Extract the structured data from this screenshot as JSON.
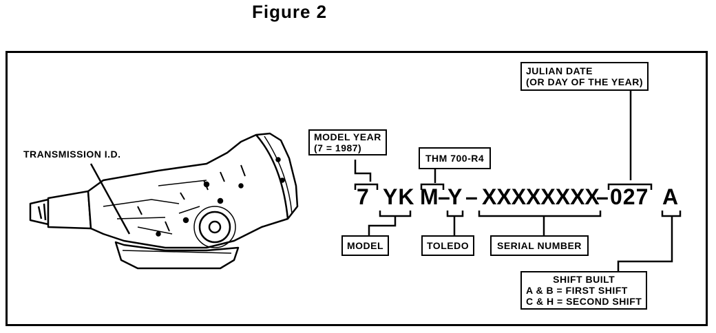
{
  "figure_title": "Figure 2",
  "transmission_label": "TRANSMISSION I.D.",
  "code": {
    "year": "7",
    "model": "YK",
    "m": "M",
    "dash1": "–",
    "y": "Y",
    "dash2": "–",
    "serial": "XXXXXXXX",
    "dash3": "–",
    "julian": "027",
    "shift": "A"
  },
  "boxes": {
    "model_year": {
      "line1": "MODEL YEAR",
      "line2": "(7 = 1987)"
    },
    "thm": "THM 700-R4",
    "julian_date": {
      "line1": "JULIAN DATE",
      "line2": "(OR DAY OF THE YEAR)"
    },
    "model": "MODEL",
    "toledo": "TOLEDO",
    "serial_number": "SERIAL NUMBER",
    "shift_built": {
      "line1": "SHIFT BUILT",
      "line2": "A & B  =  FIRST SHIFT",
      "line3": "C & H  =  SECOND SHIFT"
    }
  }
}
